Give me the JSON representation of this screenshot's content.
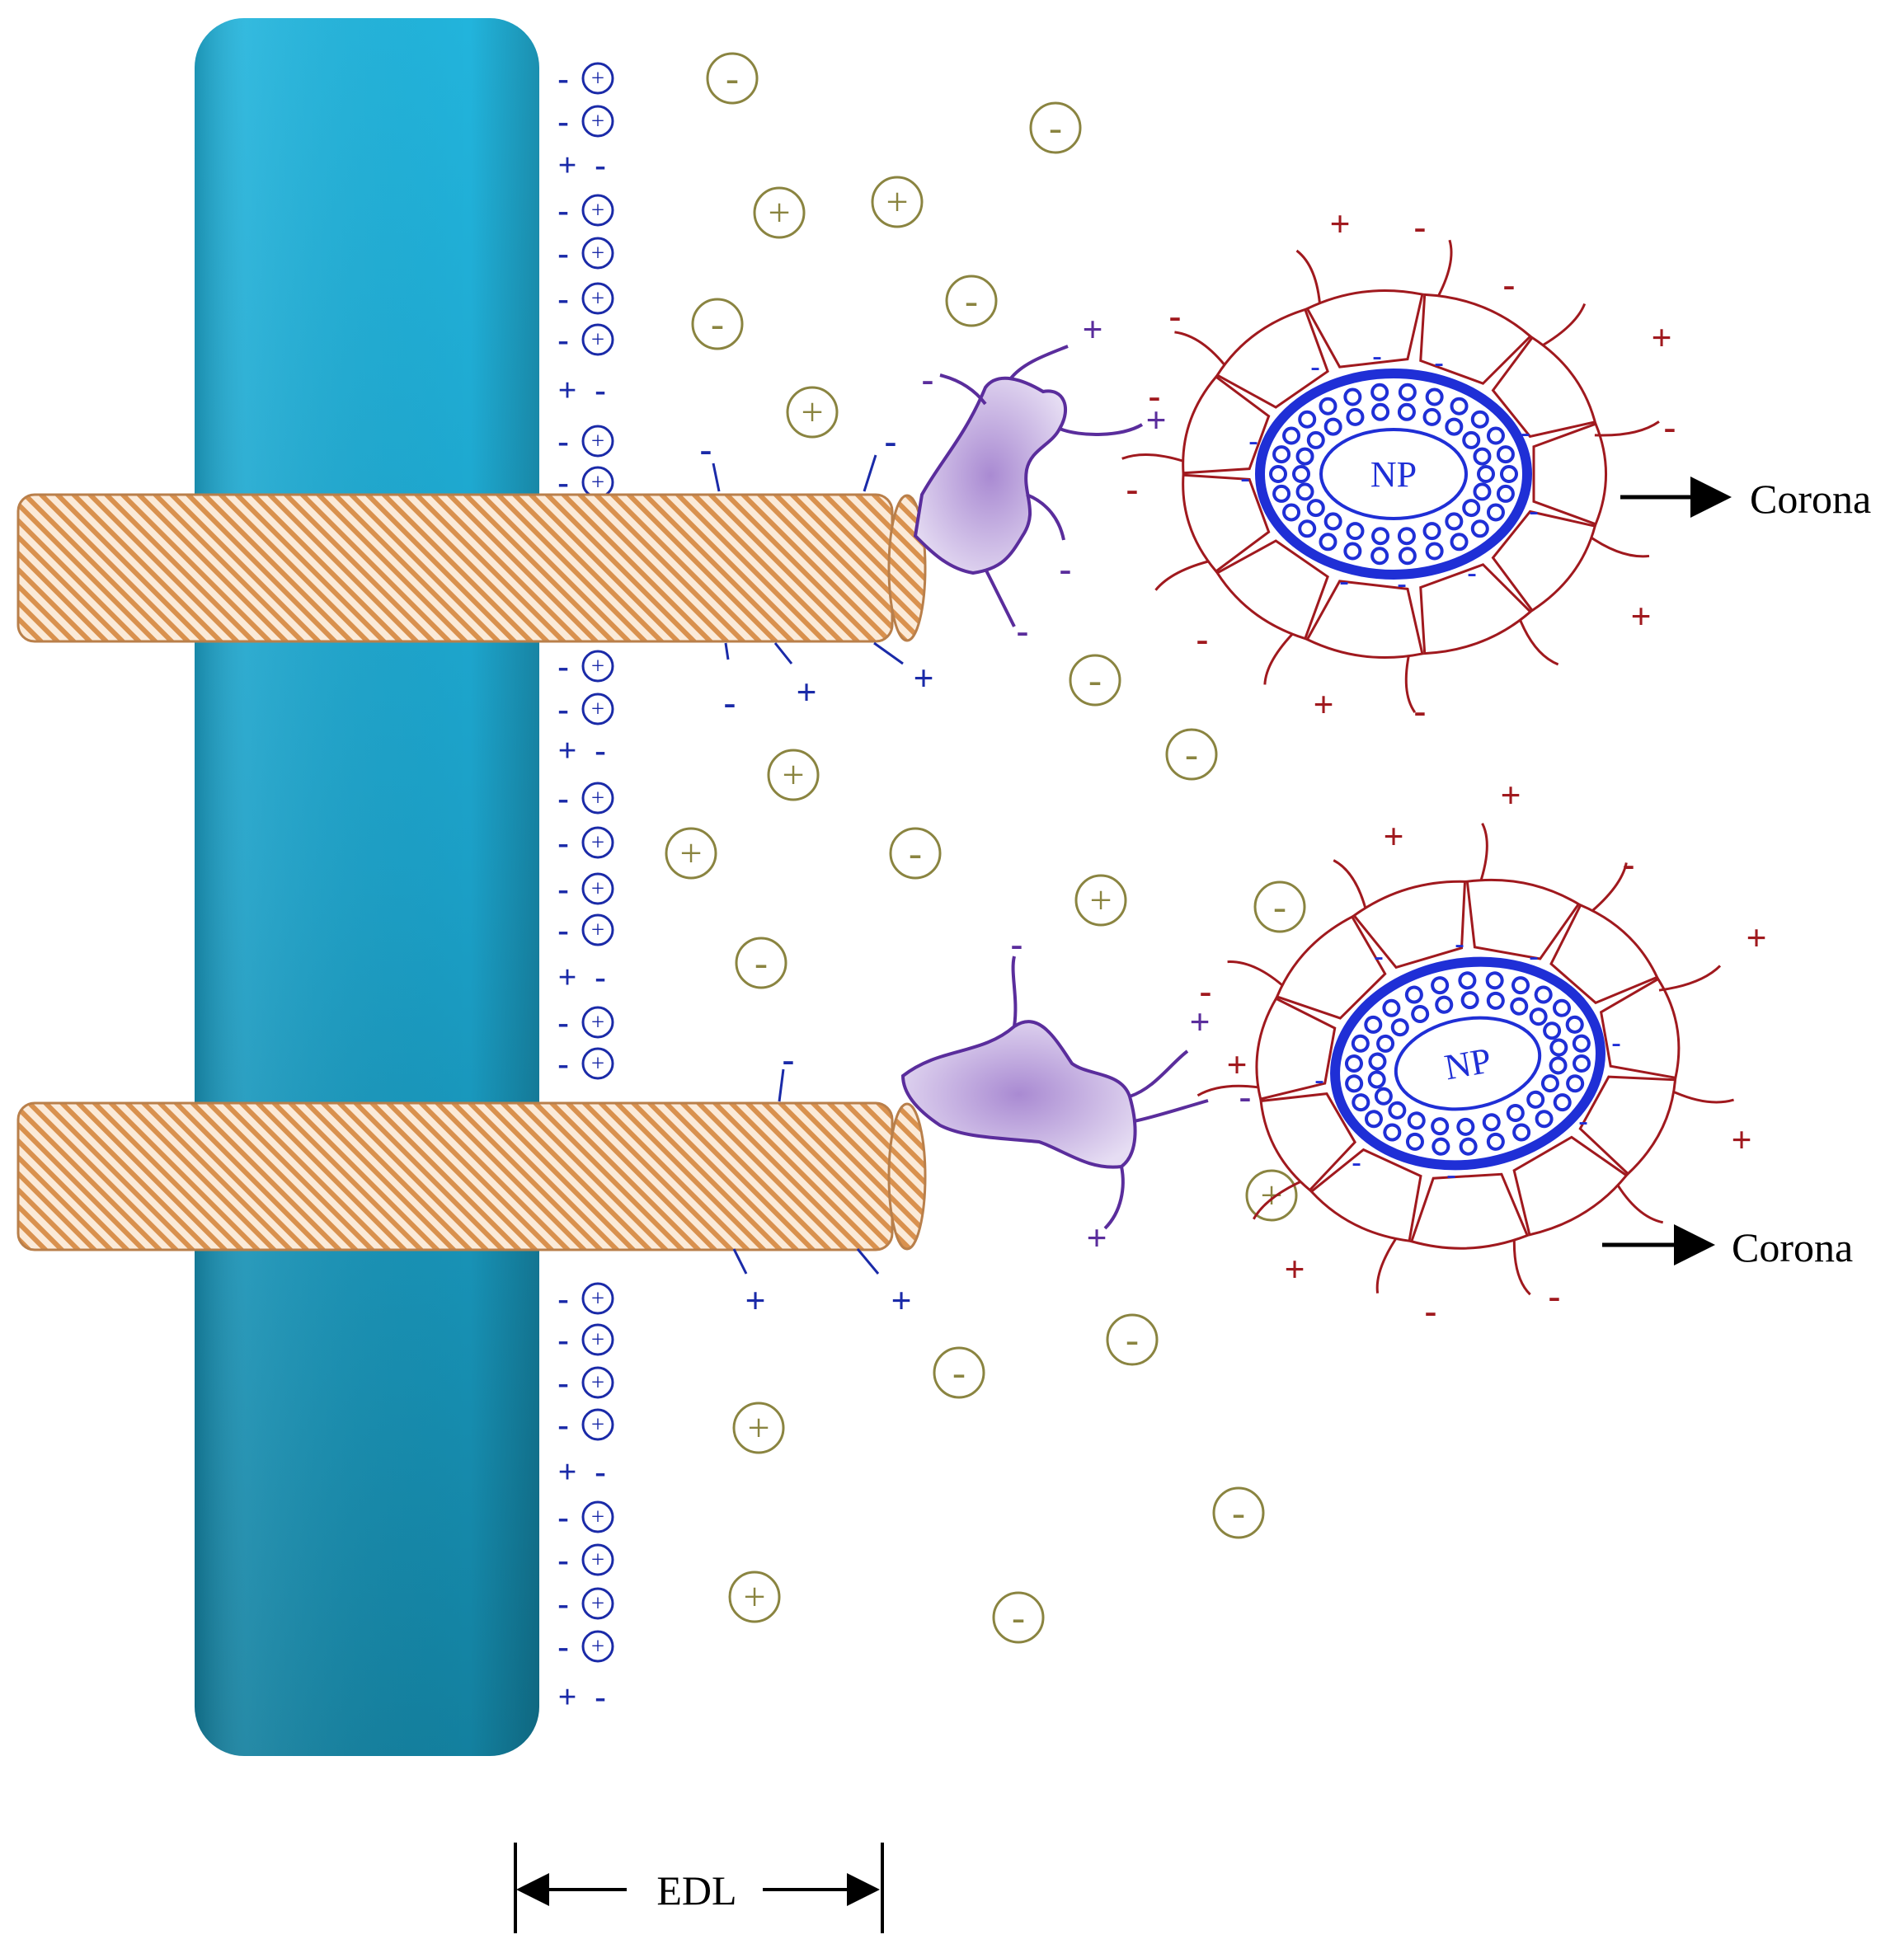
{
  "labels": {
    "np_top": "NP",
    "np_bottom": "NP",
    "corona_top": "Corona",
    "corona_bottom": "Corona",
    "edl": "EDL"
  },
  "symbols": {
    "plus": "+",
    "minus": "-"
  },
  "colors": {
    "membrane": "#1a9bbf",
    "fiber": "#e5a873",
    "edl_charge": "#1a2aa8",
    "free_ion": "#8a8440",
    "protein": "#9b7cc4",
    "protein_charge": "#5a2d9c",
    "np_core": "#1f2fd6",
    "corona_outline": "#a0191e"
  }
}
